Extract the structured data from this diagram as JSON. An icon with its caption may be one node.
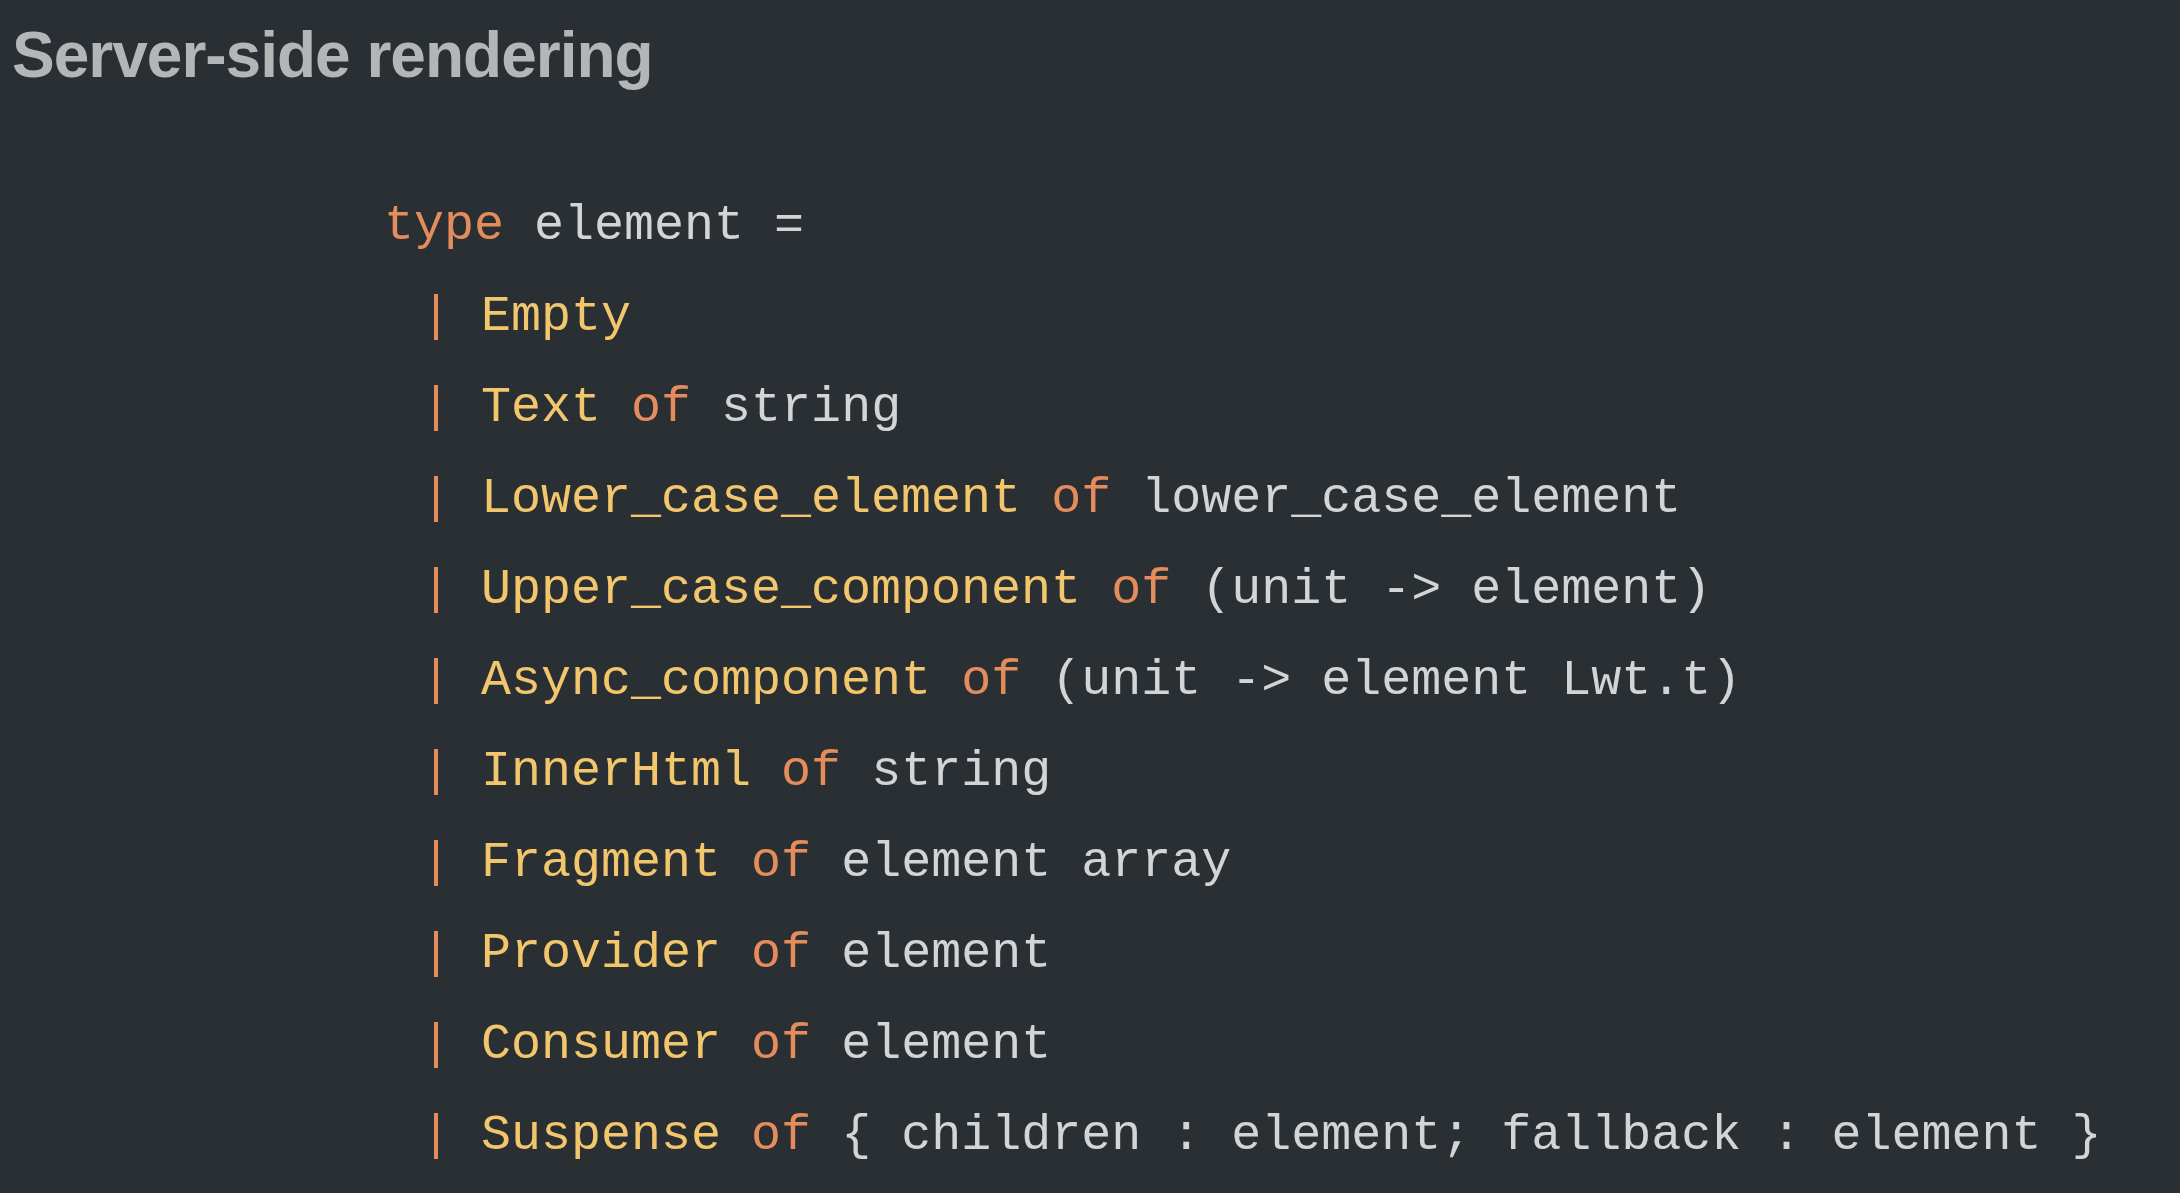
{
  "diagram": {
    "title": "Server-side rendering",
    "labels": [
      "type element =",
      "| Empty",
      "| Text of string",
      "| Lower_case_element of lower_case_element",
      "| Upper_case_component of (unit -> element)",
      "| Async_component of (unit -> element Lwt.t)",
      "| InnerHtml of string",
      "| Fragment of element array",
      "| Provider of element",
      "| Consumer of element",
      "| Suspense of { children : element; fallback : element }"
    ]
  }
}
